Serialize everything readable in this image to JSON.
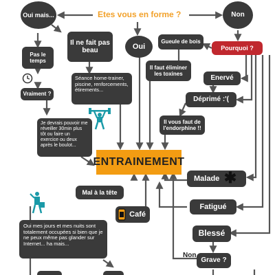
{
  "colors": {
    "accent": "#f39c12",
    "title": "#f2a12a",
    "box": "#3a3a3a",
    "red": "#c0282e",
    "line": "#555555"
  },
  "title": "Etes vous en forme ?",
  "main": "ENTRAINEMENT",
  "nodes": {
    "oui_mais": "Oui mais...",
    "non": "Non",
    "oui": "Oui",
    "il_ne_fait": "Il ne fait pas beau",
    "gueule": "Gueule de bois",
    "pourquoi": "Pourquoi ?",
    "pas_temps": "Pas le temps",
    "seance": "Séance home-trainer, piscine, renforcements, étirements...",
    "eliminer": "Il faut éliminer les toxines",
    "enerve": "Enervé",
    "vraiment": "Vraiment ?",
    "deprime": "Déprimé :'(",
    "devrais": "Je devrais pouvoir me réveiller 30min plus tôt ou faire un exercice ou deux après le boulot...",
    "endorphine": "Il vous faut de l'endorphine !!",
    "malade": "Malade",
    "mal_tete": "Mal à la tête",
    "cafe": "Café",
    "fatigue": "Fatigué",
    "jours": "Oui mes jours et mes nuits sont totalement occupées si bien que je ne peux même pas glander sur Internet... ha mais...",
    "blesse": "Blessé",
    "non_label": "Non",
    "grave": "Grave ?"
  },
  "icons": [
    "clock-icon",
    "weightlifter-icon",
    "runner-icon",
    "coffee-icon",
    "asterisk-icon"
  ]
}
